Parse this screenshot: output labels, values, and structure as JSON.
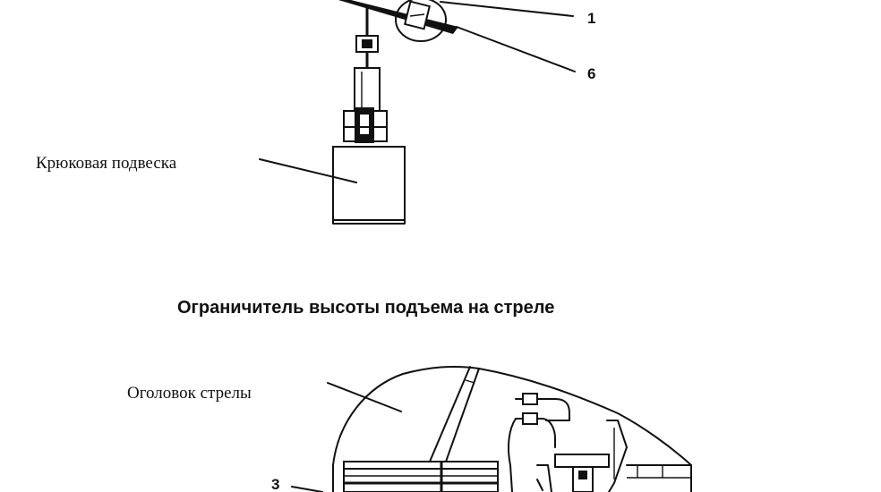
{
  "diagram": {
    "title": "Ограничитель высоты подъема на стреле",
    "labels": {
      "part_1": "1",
      "part_6": "6",
      "part_3": "3",
      "hook_block": "Крюковая подвеска",
      "boom_head": "Оголовок стрелы"
    }
  }
}
